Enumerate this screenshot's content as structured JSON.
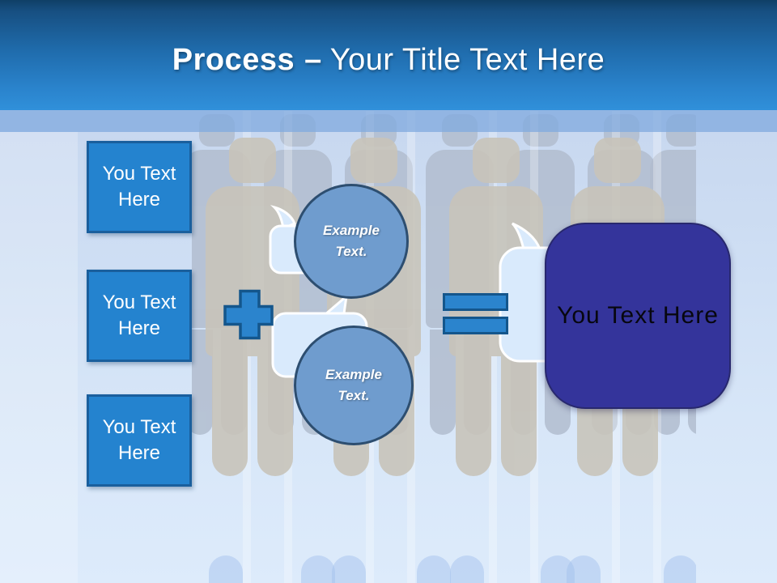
{
  "slide": {
    "title": {
      "emphasis": "Process",
      "separator": "–",
      "rest": "Your Title Text Here"
    },
    "steps": [
      {
        "label": "You Text Here"
      },
      {
        "label": "You Text Here"
      },
      {
        "label": "You Text Here"
      }
    ],
    "operators": {
      "plus": "plus-icon",
      "equals": "equals-icon"
    },
    "example_circles": [
      {
        "label": "Example Text."
      },
      {
        "label": "Example Text."
      }
    ],
    "result": {
      "label": "You Text Here"
    },
    "colors": {
      "header_top": "#0F3F66",
      "header_bottom": "#3090DA",
      "accent_blue": "#2483CF",
      "accent_border": "#1A5F9D",
      "operator_fill": "#2B84CD",
      "operator_border": "#14568C",
      "circle_fill": "#6F9CCE",
      "circle_border": "#2D4E70",
      "bubble_fill": "#D9EAFC",
      "result_fill": "#34349B",
      "band": "#80AADF"
    }
  }
}
